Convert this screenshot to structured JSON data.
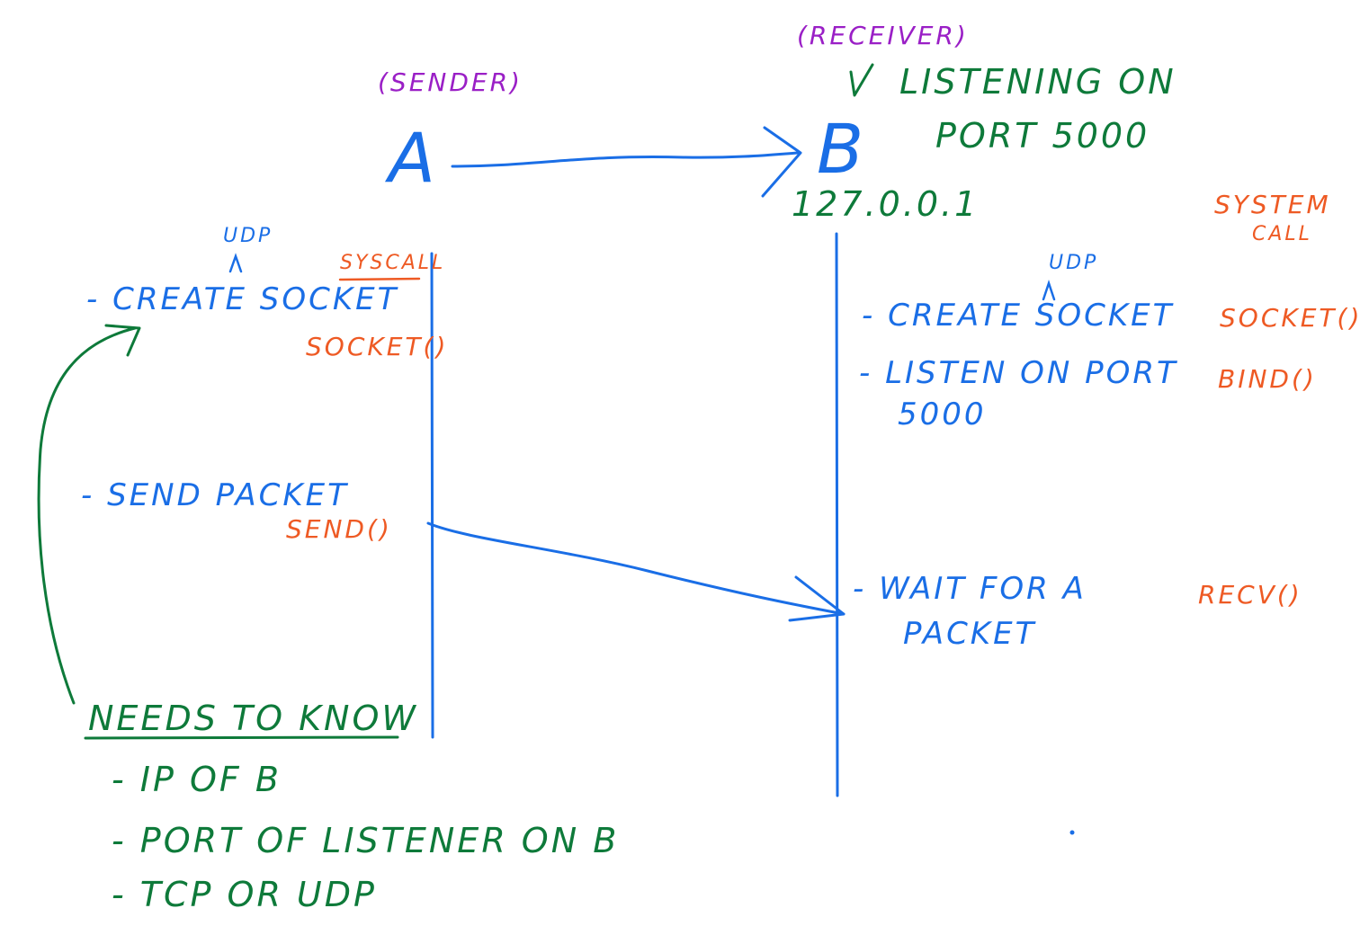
{
  "labels": {
    "sender_role": "(SENDER)",
    "receiver_role": "(RECEIVER)",
    "node_a": "A",
    "node_b": "B",
    "listening_line1": "LISTENING ON",
    "listening_line2": "PORT 5000",
    "ip_b": "127.0.0.1",
    "udp_a": "UDP",
    "syscall_a": "SYSCALL",
    "a_create_socket": "- CREATE SOCKET",
    "a_socket_call": "SOCKET()",
    "a_send_packet": "- SEND PACKET",
    "a_send_call": "SEND()",
    "system_call_b_line1": "SYSTEM",
    "system_call_b_line2": "CALL",
    "udp_b": "UDP",
    "b_create_socket": "- CREATE SOCKET",
    "b_socket_call": "SOCKET()",
    "b_listen_line1": "- LISTEN ON PORT",
    "b_listen_line2": "5000",
    "b_bind_call": "BIND()",
    "b_wait_line1": "- WAIT FOR A",
    "b_wait_line2": "PACKET",
    "b_recv_call": "RECV()",
    "needs_title": "NEEDS TO KNOW",
    "needs_items": [
      "- IP OF B",
      "- PORT OF LISTENER ON B",
      "- TCP OR UDP"
    ]
  },
  "colors": {
    "blue": "#1a6ee6",
    "green": "#0e7a3a",
    "orange": "#ee5a24",
    "purple": "#9a1fc6"
  }
}
